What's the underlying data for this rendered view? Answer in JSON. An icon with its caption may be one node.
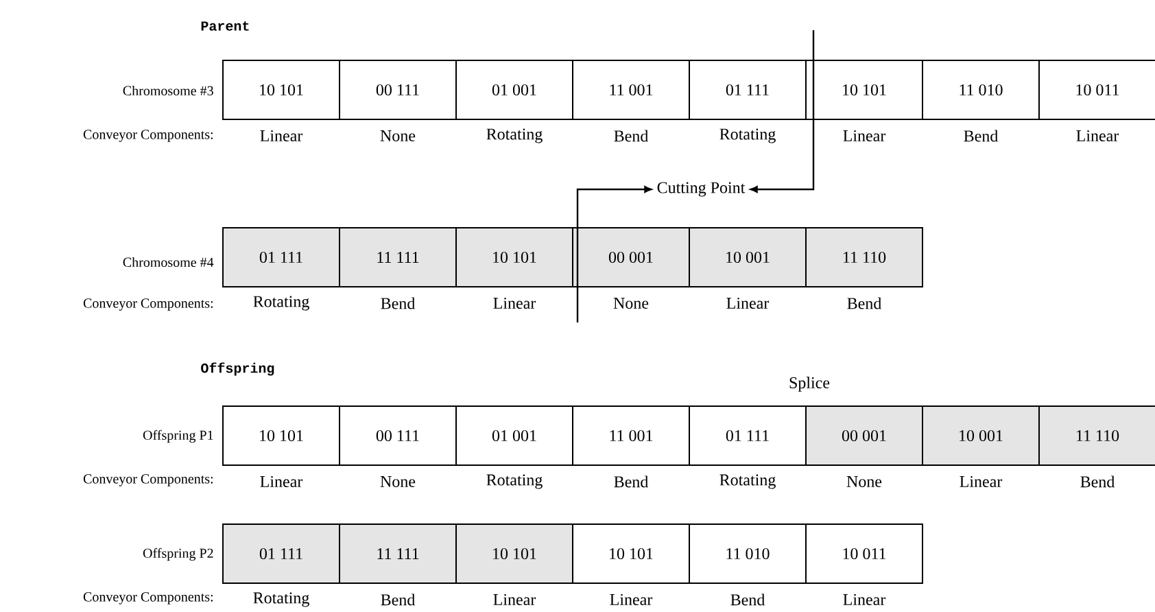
{
  "diagram": {
    "nodes": [
      {
        "text": [
          "10 101"
        ],
        "beside": [
          "Linear"
        ]
      },
      {
        "text": [
          "00 111"
        ],
        "beside": [
          "None"
        ]
      },
      {
        "text": [
          "01 001"
        ],
        "beside": [
          "Rotating"
        ]
      },
      {
        "text": [
          "11 001"
        ],
        "beside": [
          "Bend"
        ]
      },
      {
        "text": [
          "01 111"
        ],
        "beside": [
          "Rotating"
        ]
      },
      {
        "text": [
          "10 101"
        ],
        "beside": [
          "Linear"
        ]
      },
      {
        "text": [
          "11 010"
        ],
        "beside": [
          "Bend"
        ]
      },
      {
        "text": [
          "10 011"
        ],
        "beside": [
          "Linear"
        ]
      },
      {
        "text": [
          "Cutting Point"
        ]
      },
      {
        "text": [
          "01 111"
        ],
        "beside": [
          "Rotating"
        ]
      },
      {
        "text": [
          "11 111"
        ],
        "beside": [
          "Bend"
        ]
      },
      {
        "text": [
          "10 101"
        ],
        "beside": [
          "Linear"
        ]
      },
      {
        "text": [
          "00 001"
        ],
        "beside": [
          "None"
        ]
      },
      {
        "text": [
          "10 001"
        ],
        "beside": [
          "Linear"
        ]
      },
      {
        "text": [
          "11 110"
        ],
        "beside": [
          "Bend"
        ]
      },
      {
        "text": [
          "10 101"
        ],
        "beside": [
          "Linear"
        ]
      },
      {
        "text": [
          "00 111"
        ],
        "beside": [
          "None"
        ]
      },
      {
        "text": [
          "01 001"
        ],
        "beside": [
          "Rotating"
        ]
      },
      {
        "text": [
          "11 001"
        ],
        "beside": [
          "Bend"
        ]
      },
      {
        "text": [
          "01 111"
        ],
        "beside": [
          "Rotating"
        ]
      },
      {
        "text": [
          "00 001"
        ],
        "beside": [
          "None"
        ]
      },
      {
        "text": [
          "10 001"
        ],
        "beside": [
          "Linear"
        ]
      },
      {
        "text": [
          "11 110"
        ],
        "beside": [
          "Bend"
        ]
      },
      {
        "text": [
          "01 111"
        ],
        "beside": [
          "Rotating"
        ]
      },
      {
        "text": [
          "11 111"
        ],
        "beside": [
          "Bend"
        ]
      },
      {
        "text": [
          "10 101"
        ],
        "beside": [
          "Linear"
        ]
      },
      {
        "text": [
          "10 101"
        ],
        "beside": [
          "Linear"
        ]
      },
      {
        "text": [
          "11 010"
        ],
        "beside": [
          "Bend"
        ]
      },
      {
        "text": [
          "10 011"
        ],
        "beside": [
          "Linear"
        ]
      }
    ],
    "edges": [
      {
        "from": null,
        "to": 8,
        "arrow": "to"
      },
      {
        "from": null,
        "to": 8,
        "arrow": "to"
      }
    ],
    "labels": [
      "Parent",
      "Chromosome #3",
      "Conveyor Components:",
      "Chromosome #4",
      "Conveyor Components:",
      "Offspring",
      "Splice",
      "Offspring P1",
      "Conveyor Components:",
      "Offspring P2",
      "Conveyor Components:"
    ]
  }
}
